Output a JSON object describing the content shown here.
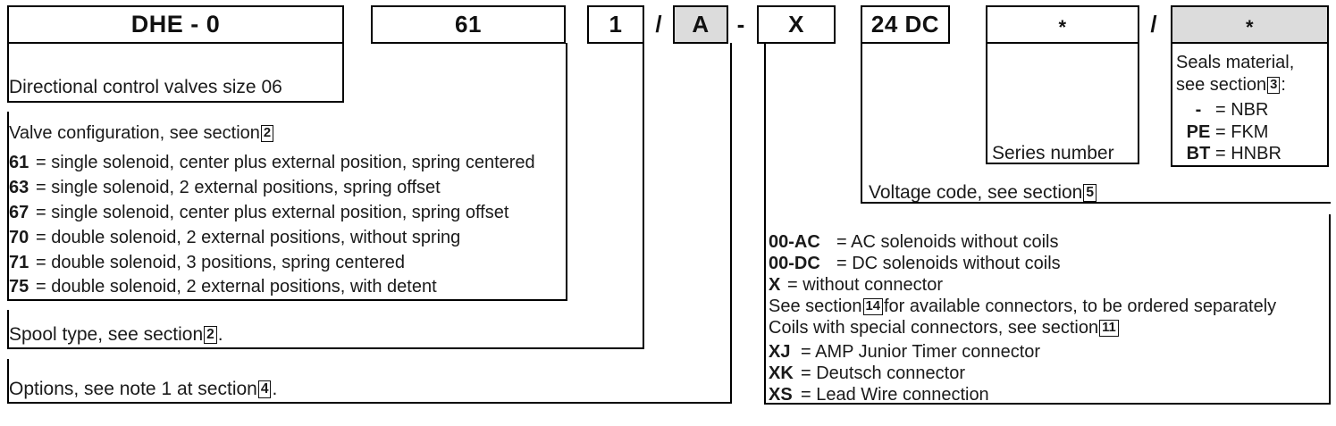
{
  "model_code": {
    "boxes": [
      {
        "name": "prefix",
        "value": "DHE - 0",
        "shaded": false
      },
      {
        "name": "valve-configuration",
        "value": "61",
        "shaded": false
      },
      {
        "name": "spool-type",
        "value": "1",
        "shaded": false
      },
      {
        "name": "options",
        "value": "A",
        "shaded": true
      },
      {
        "name": "connector",
        "value": "X",
        "shaded": false
      },
      {
        "name": "voltage-code",
        "value": "24 DC",
        "shaded": false
      },
      {
        "name": "series-number",
        "value": "*",
        "shaded": false
      },
      {
        "name": "seals-material",
        "value": "*",
        "shaded": true
      }
    ],
    "separators": {
      "slash": "/",
      "dash": "-"
    }
  },
  "left": {
    "product_description": "Directional control valves size 06",
    "valve_configuration_heading": {
      "pre": "Valve configuration, see section",
      "ref": "2",
      "post": ""
    },
    "valve_configuration_rows": [
      {
        "code": "61",
        "text": "= single solenoid, center plus external position, spring centered"
      },
      {
        "code": "63",
        "text": "= single solenoid, 2 external positions, spring offset"
      },
      {
        "code": "67",
        "text": "= single solenoid, center plus external position, spring offset"
      },
      {
        "code": "70",
        "text": "= double solenoid, 2 external positions, without spring"
      },
      {
        "code": "71",
        "text": "= double solenoid, 3 positions, spring centered"
      },
      {
        "code": "75",
        "text": "= double solenoid, 2 external positions, with detent"
      }
    ],
    "spool_type": {
      "pre": "Spool type, see section",
      "ref": "2",
      "post": "."
    },
    "options": {
      "pre": "Options, see note 1 at section",
      "ref": "4",
      "post": "."
    }
  },
  "right": {
    "series_number_label": "Series number",
    "seals_material": {
      "pre": "Seals material,",
      "line2_pre": "see section",
      "ref": "3",
      "line2_post": ":",
      "rows": [
        {
          "code": "-",
          "text": "= NBR"
        },
        {
          "code": "PE",
          "text": "= FKM"
        },
        {
          "code": "BT",
          "text": "= HNBR"
        }
      ]
    },
    "voltage_code": {
      "pre": "Voltage code, see section",
      "ref": "5",
      "post": ""
    },
    "connector_rows": [
      {
        "code": "00-AC",
        "text": "= AC solenoids without coils"
      },
      {
        "code": "00-DC",
        "text": "= DC solenoids without coils"
      },
      {
        "code": "X",
        "text": "= without connector"
      }
    ],
    "note_available_connectors": {
      "pre": "See section",
      "ref": "14",
      "post": "for available connectors, to be ordered separately"
    },
    "note_special_connectors": {
      "pre": "Coils with special connectors, see section",
      "ref": "11",
      "post": ""
    },
    "connector_type_rows": [
      {
        "code": "XJ",
        "text": "= AMP Junior Timer connector"
      },
      {
        "code": "XK",
        "text": "= Deutsch connector"
      },
      {
        "code": "XS",
        "text": "= Lead Wire connection"
      }
    ]
  },
  "colors": {
    "shaded_box": "#dcdcdc",
    "line": "#000000",
    "text": "#1a1a1a"
  }
}
